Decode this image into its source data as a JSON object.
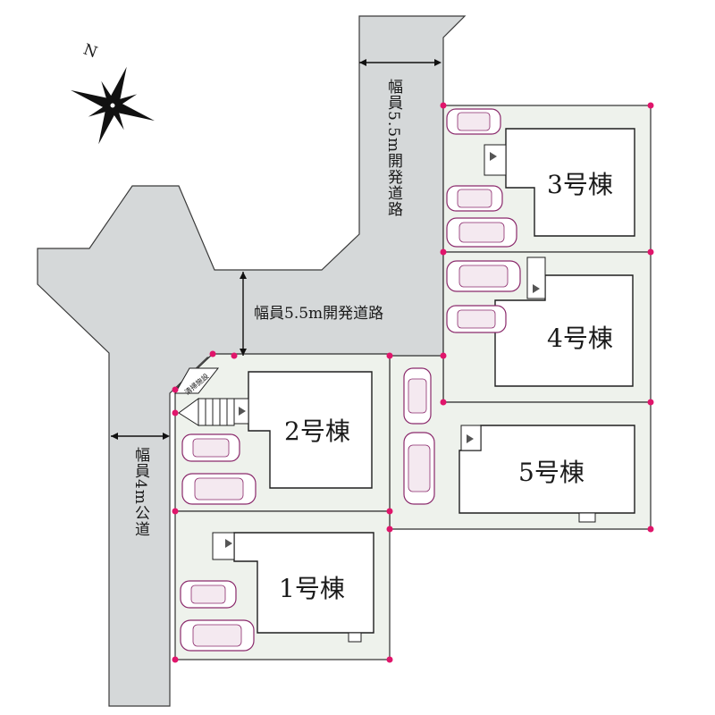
{
  "compass": {
    "north_label": "N",
    "icon": "compass-rose-icon"
  },
  "roads": {
    "north_road_label": "幅員5.5m開発道路",
    "main_road_label": "幅員5.5m開発道路",
    "west_road_label": "幅員4m公道"
  },
  "facility": {
    "label": "清掃施設"
  },
  "buildings": {
    "b1": "1号棟",
    "b2": "2号棟",
    "b3": "3号棟",
    "b4": "4号棟",
    "b5": "5号棟"
  },
  "colors": {
    "road": "#d5d8d9",
    "lot": "#eef2ec",
    "boundary_marker": "#e0156b",
    "car_outline": "#8b2a6c"
  }
}
